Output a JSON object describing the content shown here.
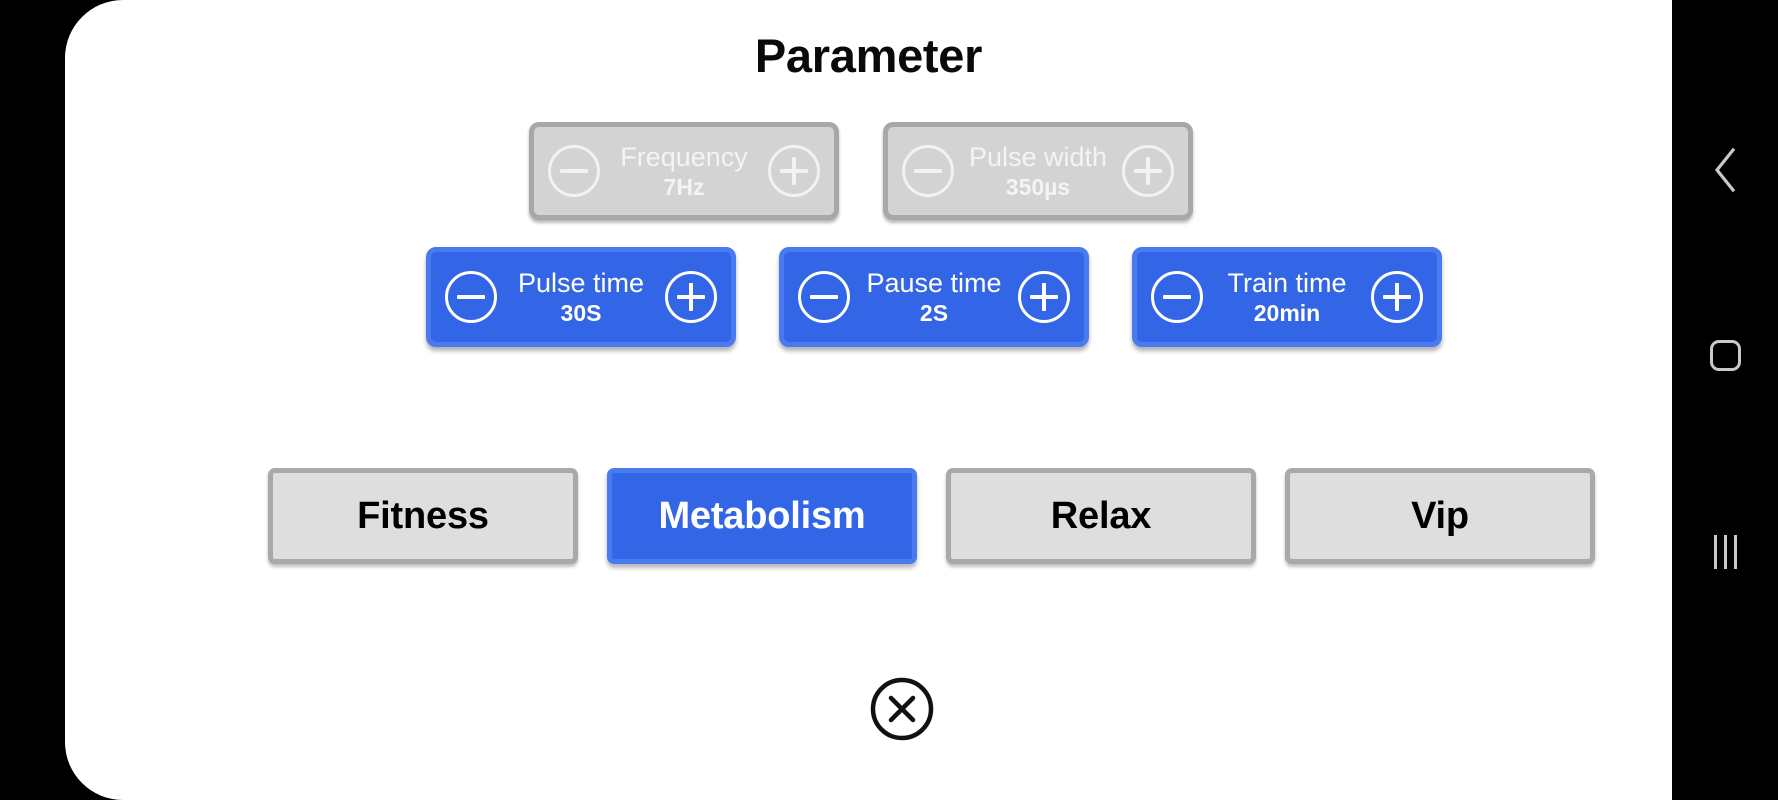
{
  "screen": {
    "title": "Parameter",
    "background_color": "#000000",
    "card_color": "#ffffff"
  },
  "theme": {
    "accent_blue": "#3366e6",
    "accent_blue_border": "#4a7af0",
    "disabled_gray": "#d3d3d3",
    "disabled_gray_border": "#a8a8a8",
    "button_gray": "#dedede",
    "button_gray_border": "#a9a9a9",
    "text_dark": "#000000",
    "text_light": "#ffffff"
  },
  "steppers_top": [
    {
      "label": "Frequency",
      "value": "7Hz",
      "state": "disabled",
      "decrement_icon": "minus-circle-icon",
      "increment_icon": "plus-circle-icon"
    },
    {
      "label": "Pulse width",
      "value": "350µs",
      "state": "disabled",
      "decrement_icon": "minus-circle-icon",
      "increment_icon": "plus-circle-icon"
    }
  ],
  "steppers_bottom": [
    {
      "label": "Pulse time",
      "value": "30S",
      "state": "active",
      "decrement_icon": "minus-circle-icon",
      "increment_icon": "plus-circle-icon"
    },
    {
      "label": "Pause time",
      "value": "2S",
      "state": "active",
      "decrement_icon": "minus-circle-icon",
      "increment_icon": "plus-circle-icon"
    },
    {
      "label": "Train time",
      "value": "20min",
      "state": "active",
      "decrement_icon": "minus-circle-icon",
      "increment_icon": "plus-circle-icon"
    }
  ],
  "modes": [
    {
      "label": "Fitness",
      "selected": false
    },
    {
      "label": "Metabolism",
      "selected": true
    },
    {
      "label": "Relax",
      "selected": false
    },
    {
      "label": "Vip",
      "selected": false
    }
  ],
  "close": {
    "icon": "close-circle-icon",
    "label": "Close"
  },
  "nav_bar": {
    "items": [
      {
        "icon": "back-chevron-icon",
        "label": "Back"
      },
      {
        "icon": "home-square-icon",
        "label": "Home"
      },
      {
        "icon": "recents-bars-icon",
        "label": "Recents"
      }
    ]
  }
}
